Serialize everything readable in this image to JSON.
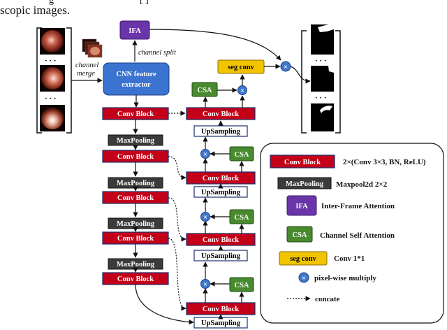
{
  "caption_top": "scopic images.",
  "caption_top_left": "g",
  "caption_top_mid": "[ ]",
  "colors": {
    "conv_red": "#c40018",
    "maxpool_dark": "#3b3b3b",
    "ifa_purple": "#6a35a8",
    "csa_green": "#4a8a2f",
    "seg_yellow": "#f2c400",
    "cnn_blue": "#3b73d1",
    "multiply_blue": "#3e78cf"
  },
  "labels": {
    "channel_merge_1": "channel",
    "channel_merge_2": "merge",
    "channel_split": "channel split",
    "cnn_1": "CNN feature",
    "cnn_2": "extractor",
    "ifa": "IFA",
    "seg_conv": "seg conv",
    "csa": "CSA",
    "conv_block": "Conv Block",
    "maxpooling": "MaxPooling",
    "upsampling": "UpSampling",
    "ellipsis": "· · ·"
  },
  "legend": {
    "conv_desc": "2×(Conv 3×3, BN, ReLU)",
    "maxpool_box": "MaxPooling",
    "maxpool_desc": "Maxpool2d 2×2",
    "ifa_desc": "Inter-Frame Attention",
    "csa_desc": "Channel Self Attention",
    "seg_desc": "Conv 1*1",
    "mult_desc": "pixel-wise multiply",
    "concat_desc": "concate"
  }
}
